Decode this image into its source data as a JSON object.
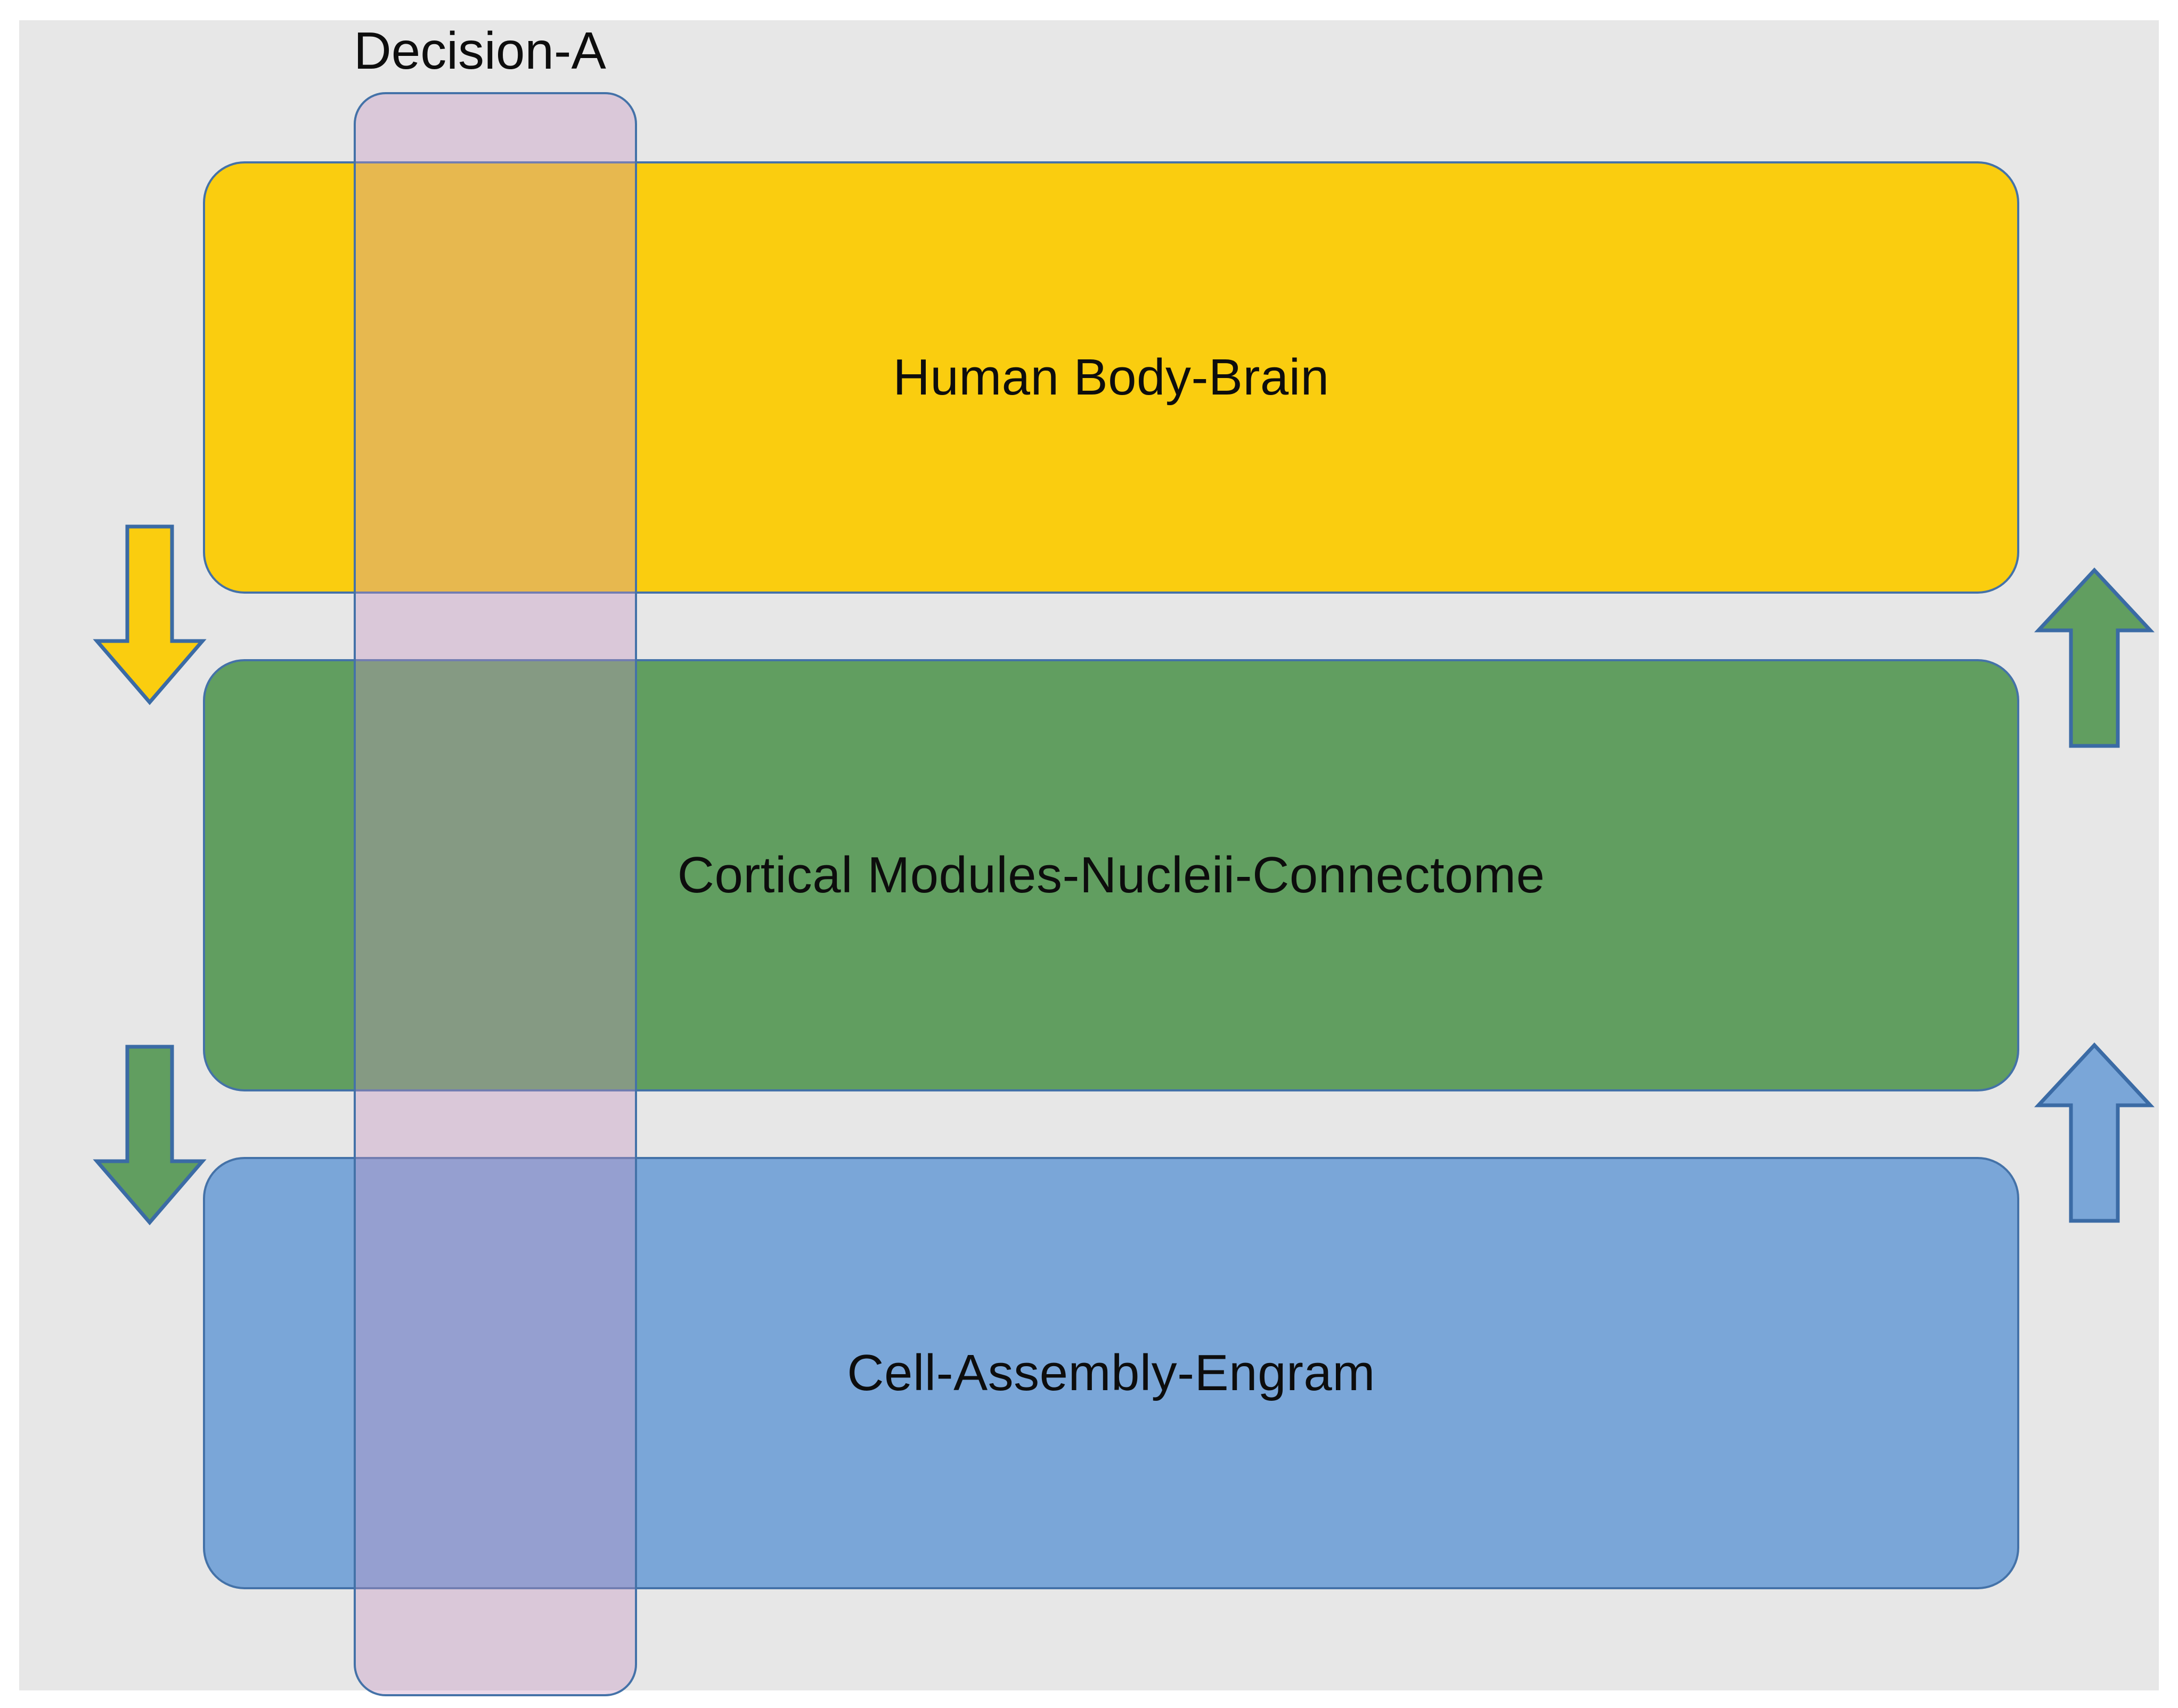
{
  "diagram": {
    "title": "Decision-A",
    "background_color": "#e7e7e7",
    "outline_color": "#4472a8",
    "overlay": {
      "name": "Decision-A",
      "label": "Decision-A",
      "fill_color": "#c692c1",
      "opacity": 0.36,
      "orientation": "vertical",
      "spans": [
        "Human Body-Brain",
        "Cortical Modules-Nucleii-Connectome",
        "Cell-Assembly-Engram"
      ]
    },
    "layers": [
      {
        "id": "body-brain",
        "label": "Human Body-Brain",
        "fill_color": "#facd0f",
        "level": 1
      },
      {
        "id": "cortical",
        "label": "Cortical Modules-Nucleii-Connectome",
        "fill_color": "#619e60",
        "level": 2
      },
      {
        "id": "cell-assembly",
        "label": "Cell-Assembly-Engram",
        "fill_color": "#7aa6d8",
        "level": 3
      }
    ],
    "arrows": [
      {
        "id": "down-yellow",
        "icon": "arrow-down-icon",
        "direction": "down",
        "side": "left",
        "color": "#facd0f",
        "from": "Human Body-Brain",
        "to": "Cortical Modules-Nucleii-Connectome"
      },
      {
        "id": "down-green",
        "icon": "arrow-down-icon",
        "direction": "down",
        "side": "left",
        "color": "#619e60",
        "from": "Cortical Modules-Nucleii-Connectome",
        "to": "Cell-Assembly-Engram"
      },
      {
        "id": "up-green",
        "icon": "arrow-up-icon",
        "direction": "up",
        "side": "right",
        "color": "#619e60",
        "from": "Cortical Modules-Nucleii-Connectome",
        "to": "Human Body-Brain"
      },
      {
        "id": "up-blue",
        "icon": "arrow-up-icon",
        "direction": "up",
        "side": "right",
        "color": "#7aa6d8",
        "from": "Cell-Assembly-Engram",
        "to": "Cortical Modules-Nucleii-Connectome"
      }
    ]
  }
}
